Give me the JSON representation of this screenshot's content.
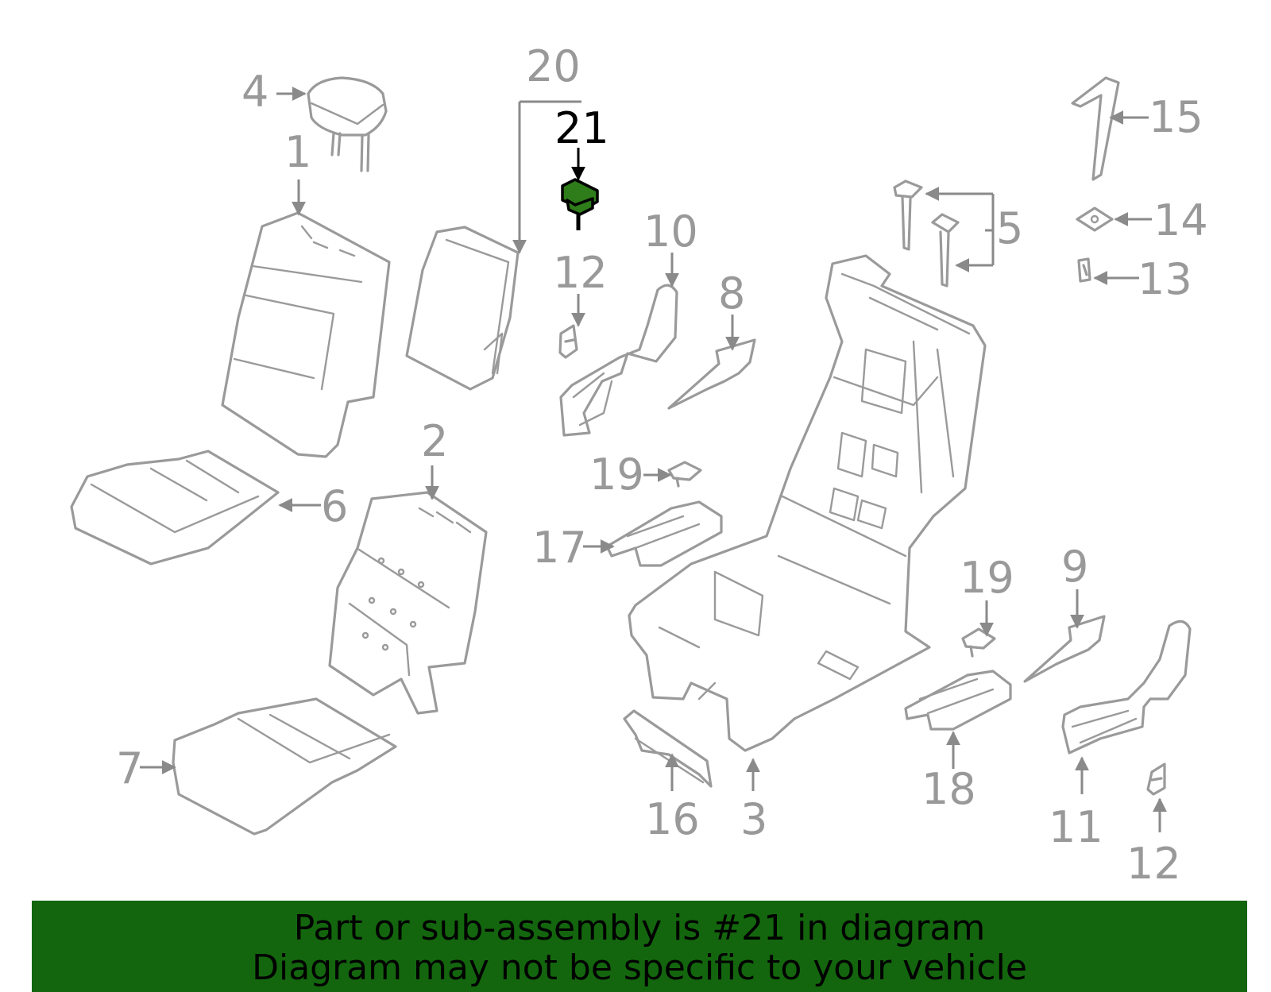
{
  "callouts": [
    {
      "label": "1"
    },
    {
      "label": "2"
    },
    {
      "label": "3"
    },
    {
      "label": "4"
    },
    {
      "label": "5"
    },
    {
      "label": "6"
    },
    {
      "label": "7"
    },
    {
      "label": "8"
    },
    {
      "label": "9"
    },
    {
      "label": "10"
    },
    {
      "label": "11"
    },
    {
      "label": "12"
    },
    {
      "label": "12"
    },
    {
      "label": "13"
    },
    {
      "label": "14"
    },
    {
      "label": "15"
    },
    {
      "label": "16"
    },
    {
      "label": "17"
    },
    {
      "label": "18"
    },
    {
      "label": "19"
    },
    {
      "label": "19"
    },
    {
      "label": "20"
    },
    {
      "label": "21"
    }
  ],
  "highlight": {
    "label": "21",
    "color": "#2e7d1a"
  },
  "banner": {
    "line1": "Part or sub-assembly is #21 in diagram",
    "line2": "Diagram may not be specific to your vehicle",
    "background": "#13660d"
  }
}
